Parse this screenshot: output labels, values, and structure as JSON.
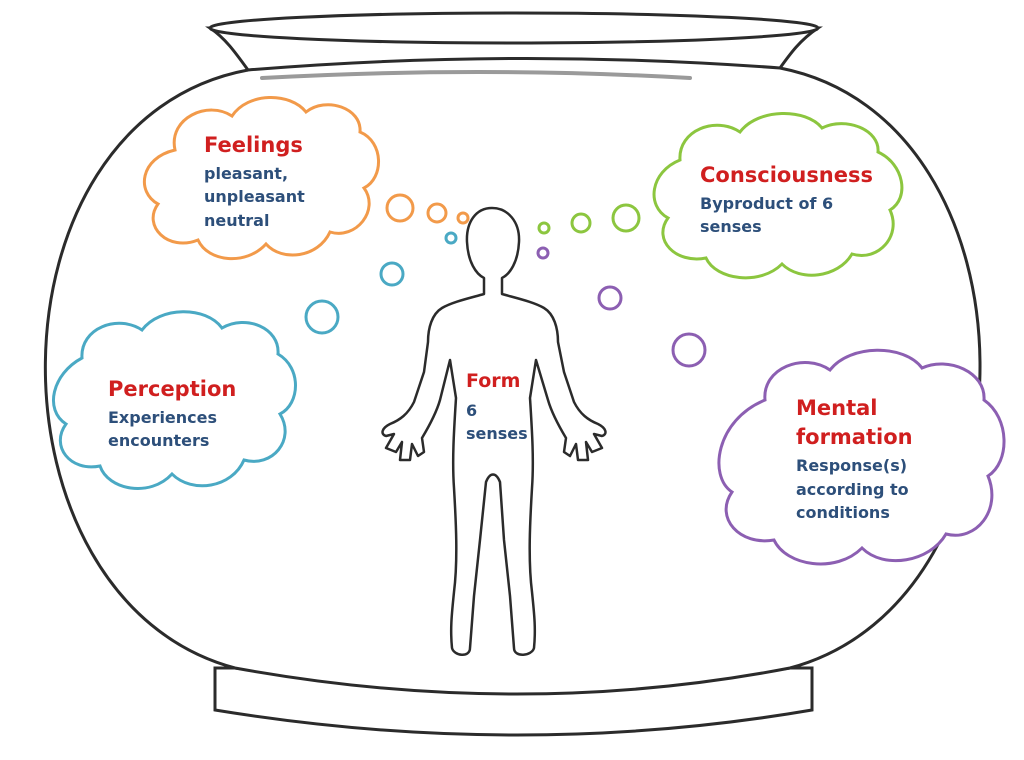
{
  "colors": {
    "title": "#d01f1f",
    "body": "#2d4f7a",
    "outline": "#2b2b2b",
    "feelings": "#f29a4a",
    "perception": "#4aa9c4",
    "consciousness": "#8cc63f",
    "mental": "#8c5fb2"
  },
  "clouds": {
    "feelings": {
      "title": "Feelings",
      "lines": [
        "pleasant,",
        "unpleasant",
        "neutral"
      ]
    },
    "perception": {
      "title": "Perception",
      "lines": [
        "Experiences",
        "encounters"
      ]
    },
    "consciousness": {
      "title": "Consciousness",
      "lines": [
        "Byproduct of 6",
        "senses"
      ]
    },
    "mental": {
      "title_lines": [
        "Mental",
        "formation"
      ],
      "lines": [
        "Response(s)",
        "according to",
        "conditions"
      ]
    }
  },
  "form": {
    "title": "Form",
    "lines": [
      "6",
      "senses"
    ]
  }
}
